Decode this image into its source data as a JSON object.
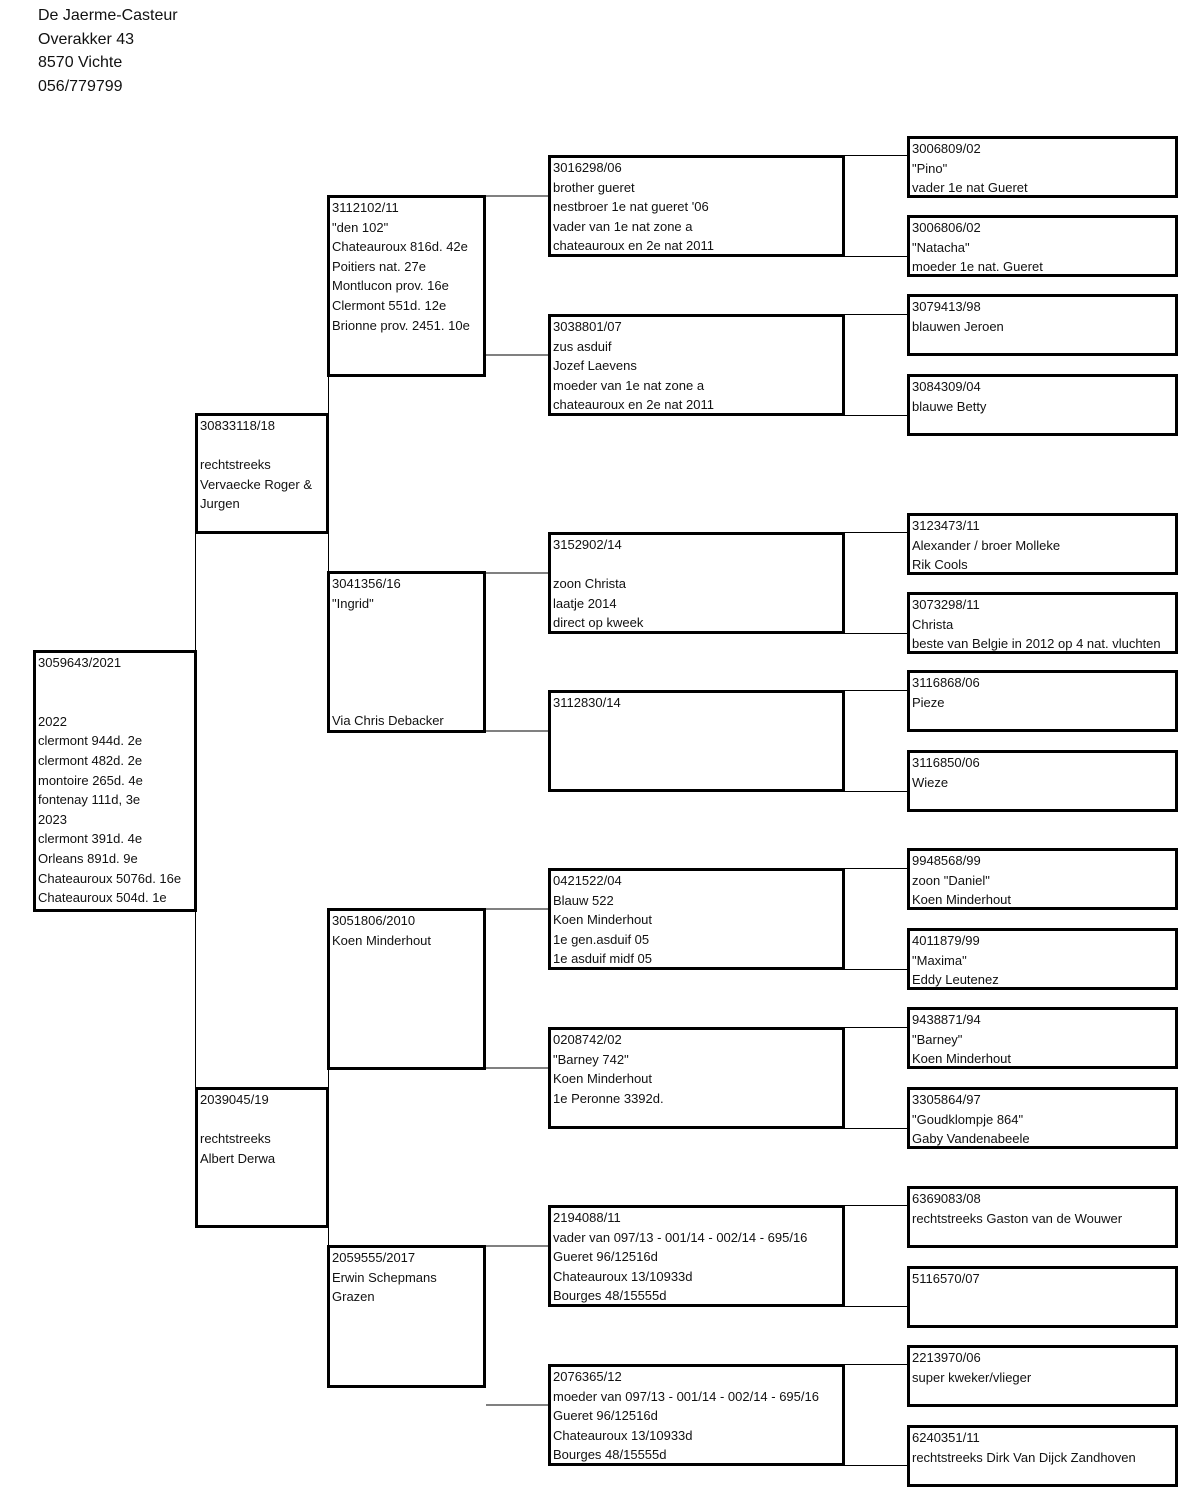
{
  "header": [
    "De Jaerme-Casteur",
    "Overakker 43",
    "8570 Vichte",
    "056/779799"
  ],
  "pedigree": {
    "subject": {
      "lines": [
        "3059643/2021",
        "",
        "",
        "2022",
        "clermont 944d. 2e",
        "clermont 482d. 2e",
        "montoire 265d. 4e",
        "fontenay 111d, 3e",
        "2023",
        "clermont 391d. 4e",
        "Orleans 891d. 9e",
        "Chateauroux 5076d. 16e",
        "Chateauroux 504d. 1e"
      ]
    },
    "g1": [
      {
        "lines": [
          "30833118/18",
          "",
          "rechtstreeks",
          "Vervaecke Roger &",
          "Jurgen"
        ]
      },
      {
        "lines": [
          "2039045/19",
          "",
          "rechtstreeks",
          "Albert Derwa"
        ]
      }
    ],
    "g2": [
      {
        "lines": [
          "3112102/11",
          "\"den 102\"",
          "Chateauroux 816d. 42e",
          "Poitiers nat. 27e",
          "Montlucon prov. 16e",
          "Clermont 551d. 12e",
          "Brionne prov. 2451. 10e"
        ]
      },
      {
        "lines": [
          "3041356/16",
          "\"Ingrid\"",
          "",
          "",
          "",
          "",
          "",
          "Via Chris Debacker"
        ]
      },
      {
        "lines": [
          "3051806/2010",
          "Koen Minderhout"
        ]
      },
      {
        "lines": [
          "2059555/2017",
          "Erwin Schepmans",
          "Grazen"
        ]
      }
    ],
    "g3": [
      {
        "lines": [
          "3016298/06",
          "brother gueret",
          "nestbroer 1e nat gueret '06",
          "vader van 1e nat zone a",
          "chateauroux en 2e nat 2011"
        ]
      },
      {
        "lines": [
          "3038801/07",
          "zus asduif",
          "Jozef Laevens",
          "moeder van 1e nat zone a",
          "chateauroux en 2e nat 2011"
        ]
      },
      {
        "lines": [
          "3152902/14",
          "",
          "zoon Christa",
          "laatje 2014",
          "direct op kweek"
        ]
      },
      {
        "lines": [
          "3112830/14"
        ]
      },
      {
        "lines": [
          "0421522/04",
          "Blauw 522",
          "Koen Minderhout",
          "1e gen.asduif 05",
          "1e asduif midf 05"
        ]
      },
      {
        "lines": [
          "0208742/02",
          "\"Barney 742\"",
          "Koen Minderhout",
          "1e Peronne 3392d."
        ]
      },
      {
        "lines": [
          "2194088/11",
          "vader van 097/13 - 001/14 - 002/14 - 695/16",
          "Gueret 96/12516d",
          "Chateauroux 13/10933d",
          "Bourges 48/15555d"
        ]
      },
      {
        "lines": [
          "2076365/12",
          "moeder van 097/13 - 001/14 - 002/14 - 695/16",
          "Gueret 96/12516d",
          "Chateauroux 13/10933d",
          "Bourges 48/15555d"
        ]
      }
    ],
    "g4": [
      {
        "lines": [
          "3006809/02",
          "\"Pino\"",
          "vader 1e nat Gueret"
        ]
      },
      {
        "lines": [
          "3006806/02",
          "\"Natacha\"",
          "moeder 1e nat. Gueret"
        ]
      },
      {
        "lines": [
          "3079413/98",
          "blauwen Jeroen"
        ]
      },
      {
        "lines": [
          "3084309/04",
          "blauwe Betty"
        ]
      },
      {
        "lines": [
          "3123473/11",
          "Alexander / broer Molleke",
          "Rik Cools"
        ]
      },
      {
        "lines": [
          "3073298/11",
          "Christa",
          "beste van Belgie in 2012 op 4 nat. vluchten"
        ]
      },
      {
        "lines": [
          "3116868/06",
          "Pieze"
        ]
      },
      {
        "lines": [
          "3116850/06",
          "Wieze"
        ]
      },
      {
        "lines": [
          "9948568/99",
          "zoon \"Daniel\"",
          "Koen Minderhout"
        ]
      },
      {
        "lines": [
          "4011879/99",
          "\"Maxima\"",
          "Eddy Leutenez"
        ]
      },
      {
        "lines": [
          "9438871/94",
          "\"Barney\"",
          "Koen Minderhout"
        ]
      },
      {
        "lines": [
          "3305864/97",
          "\"Goudklompje 864\"",
          "Gaby Vandenabeele"
        ]
      },
      {
        "lines": [
          "6369083/08",
          "rechtstreeks Gaston van de Wouwer"
        ]
      },
      {
        "lines": [
          "5116570/07"
        ]
      },
      {
        "lines": [
          "2213970/06",
          "super kweker/vlieger"
        ]
      },
      {
        "lines": [
          "6240351/11",
          "rechtstreeks Dirk Van Dijck Zandhoven"
        ]
      }
    ]
  }
}
